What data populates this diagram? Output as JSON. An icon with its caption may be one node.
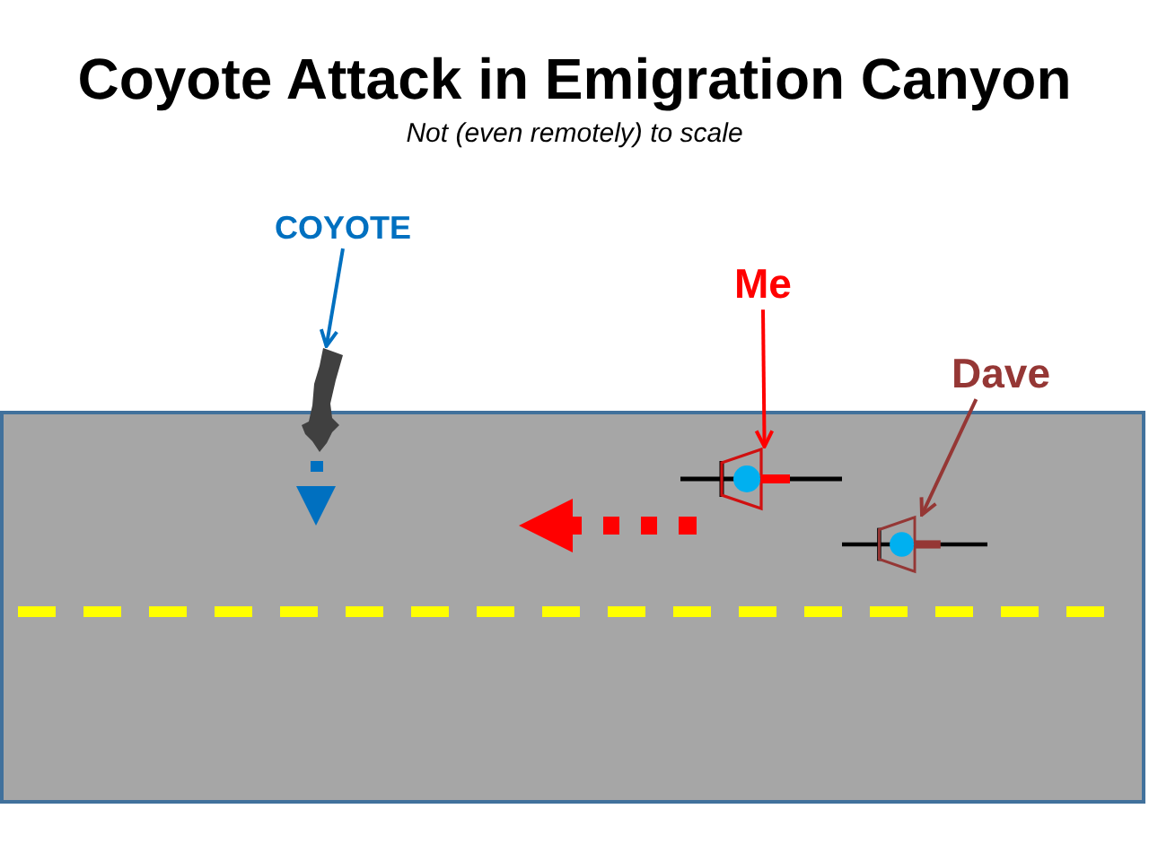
{
  "diagram": {
    "title": "Coyote Attack in Emigration Canyon",
    "caption": "Not (even remotely) to scale",
    "nodes": [
      {
        "text": [
          "COYOTE"
        ]
      },
      {
        "text": [],
        "shape": "picture"
      },
      {
        "text": [
          "Me"
        ]
      },
      {
        "text": [],
        "shape": "picture"
      },
      {
        "text": [
          "Dave"
        ]
      },
      {
        "text": [],
        "shape": "picture"
      }
    ],
    "edges": [
      {
        "from": 0,
        "to": 1,
        "arrow": "to",
        "color": "#0070c0"
      },
      {
        "from": 2,
        "to": 3,
        "arrow": "to",
        "color": "#ff0000"
      },
      {
        "from": 4,
        "to": 5,
        "arrow": "to",
        "color": "#953735"
      }
    ]
  }
}
